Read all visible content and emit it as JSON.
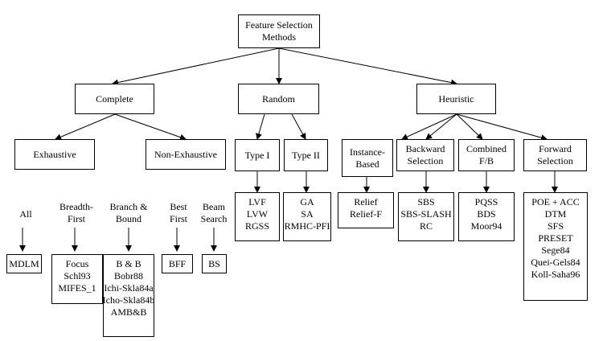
{
  "root": "Feature Selection\nMethods",
  "categories": {
    "complete": "Complete",
    "random": "Random",
    "heuristic": "Heuristic"
  },
  "subcategories": {
    "exhaustive": "Exhaustive",
    "non_exhaustive": "Non-Exhaustive",
    "type1": "Type I",
    "type2": "Type II",
    "instance_based": "Instance-\nBased",
    "backward_selection": "Backward\nSelection",
    "combined": "Combined\nF/B",
    "forward_selection": "Forward\nSelection"
  },
  "methods": {
    "all": "All",
    "breadth_first": "Breadth-\nFirst",
    "branch_bound": "Branch &\nBound",
    "best_first": "Best\nFirst",
    "beam_search": "Beam\nSearch"
  },
  "algorithms": {
    "mdlm": [
      "MDLM"
    ],
    "breadth_first": [
      "Focus",
      "Schl93",
      "MIFES_1"
    ],
    "branch_bound": [
      "B & B",
      "Bobr88",
      "Ichi-Skla84a",
      "Icho-Skla84b",
      "AMB&B"
    ],
    "best_first": [
      "BFF"
    ],
    "beam_search": [
      "BS"
    ],
    "type1": [
      "LVF",
      "LVW",
      "RGSS"
    ],
    "type2": [
      "GA",
      "SA",
      "RMHC-PFI"
    ],
    "instance_based": [
      "Relief",
      "Relief-F"
    ],
    "backward_selection": [
      "SBS",
      "SBS-SLASH",
      "RC"
    ],
    "combined": [
      "PQSS",
      "BDS",
      "Moor94"
    ],
    "forward_selection": [
      "POE + ACC",
      "DTM",
      "SFS",
      "PRESET",
      "Sege84",
      "Quei-Gels84",
      "Koll-Saha96"
    ]
  }
}
